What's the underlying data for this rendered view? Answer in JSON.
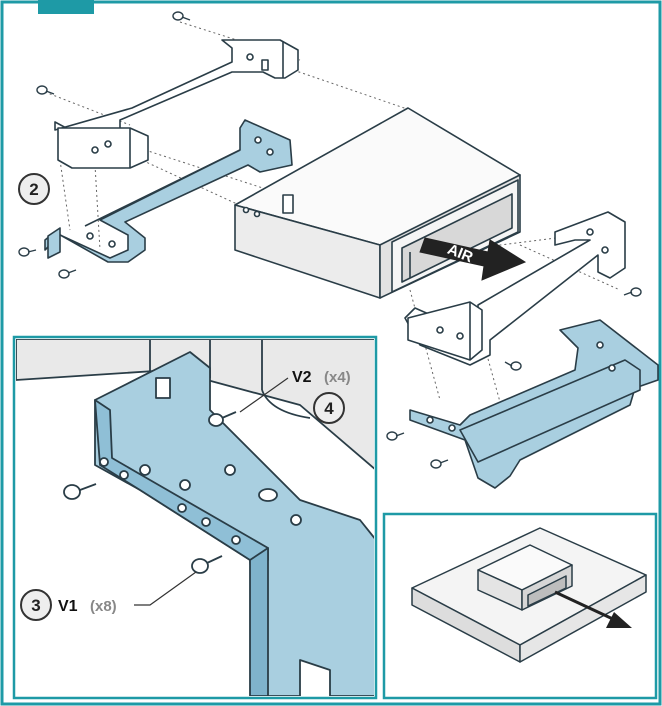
{
  "diagram": {
    "frame_color": "#1e9aa6",
    "bracket_fill": "#a9cfe0",
    "bracket_stroke": "#2a3d47",
    "steps": {
      "step2": "2",
      "step3": "3",
      "step4": "4"
    },
    "callouts": {
      "v1_label": "V1",
      "v1_qty": "(x8)",
      "v2_label": "V2",
      "v2_qty": "(x4)"
    },
    "airflow_label": "AIR"
  }
}
